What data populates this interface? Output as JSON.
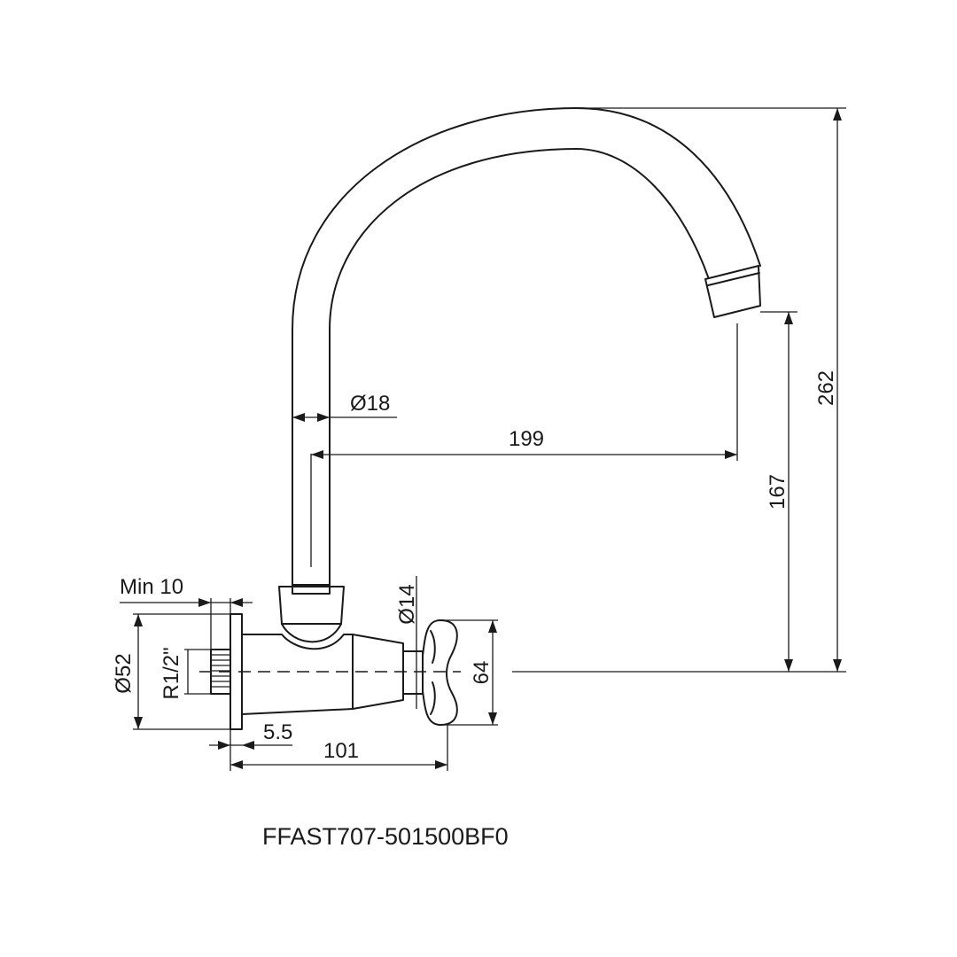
{
  "drawing": {
    "model_code": "FFAST707-501500BF0",
    "dimensions": {
      "total_height": "262",
      "outlet_height": "167",
      "spout_reach": "199",
      "spout_diameter": "Ø18",
      "min_wall_depth": "Min 10",
      "flange_diameter": "Ø52",
      "thread_size": "R1/2\"",
      "spindle_diameter": "Ø14",
      "handle_size": "64",
      "flange_thickness": "5.5",
      "body_length": "101"
    },
    "colors": {
      "line": "#1a1a1a",
      "background": "#ffffff"
    }
  }
}
